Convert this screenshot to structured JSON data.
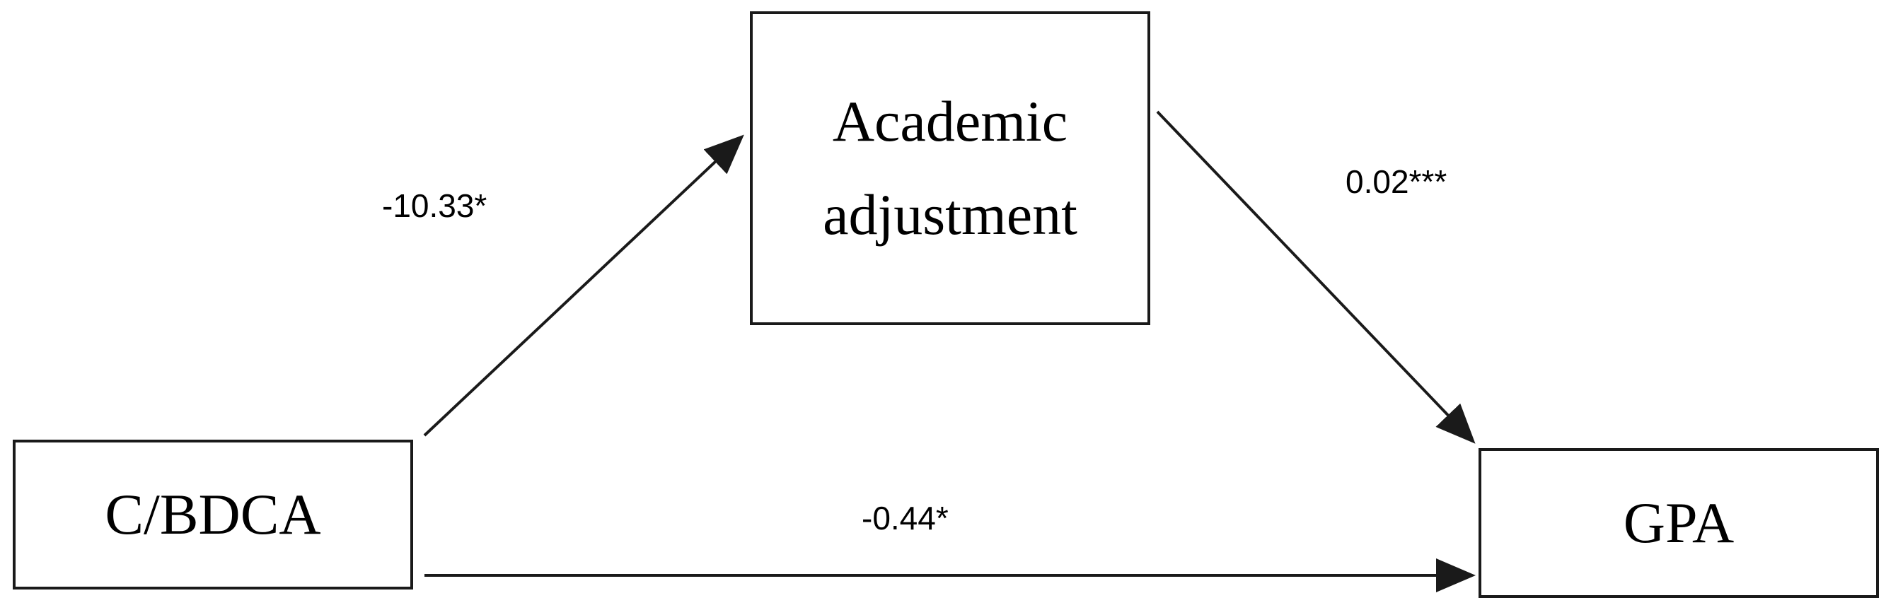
{
  "nodes": {
    "mediator": {
      "label": "Academic\nadjustment"
    },
    "predictor": {
      "label": "C/BDCA"
    },
    "outcome": {
      "label": "GPA"
    }
  },
  "paths": {
    "predictor_to_mediator": {
      "coefficient": "-10.33*"
    },
    "mediator_to_outcome": {
      "coefficient": "0.02***"
    },
    "predictor_to_outcome": {
      "coefficient": "-0.44*"
    }
  },
  "colors": {
    "stroke": "#1a1a1a",
    "text": "#000000",
    "background": "#ffffff"
  }
}
